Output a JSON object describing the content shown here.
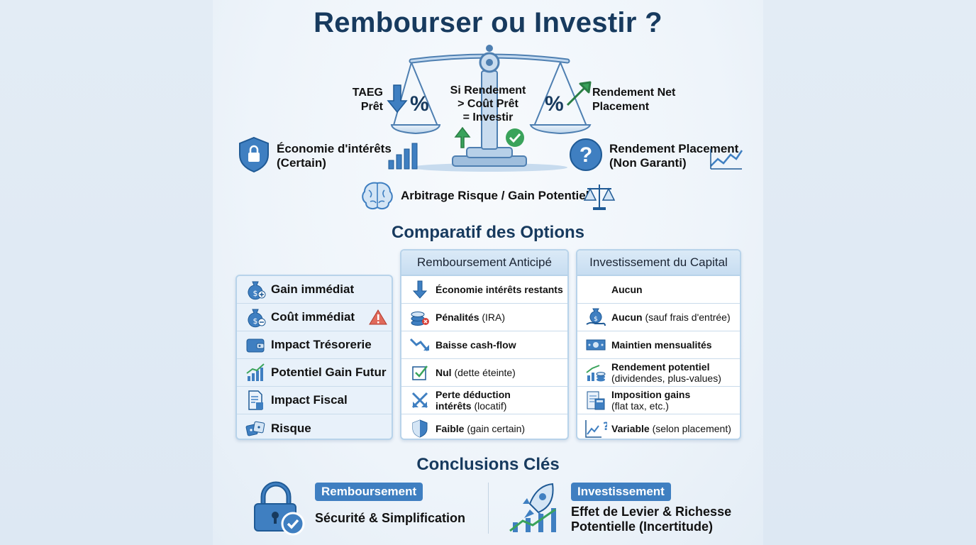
{
  "title": "Rembourser ou Investir ?",
  "scale": {
    "left_label_line1": "TAEG",
    "left_label_line2": "Prêt",
    "center_line1": "Si Rendement",
    "center_line2": "> Coût Prêt",
    "center_line3": "= Investir",
    "right_label_line1": "Rendement Net",
    "right_label_line2": "Placement",
    "percent": "%"
  },
  "economie": {
    "line1": "Économie d'intérêts",
    "line2": "(Certain)"
  },
  "rendement": {
    "line1": "Rendement Placement",
    "line2": "(Non Garanti)"
  },
  "question_mark": "?",
  "arbitrage": "Arbitrage Risque / Gain Potentiel",
  "comparatif_title": "Comparatif des Options",
  "criteria": [
    {
      "label": "Gain immédiat",
      "icon": "money-bag-plus-icon"
    },
    {
      "label": "Coût immédiat",
      "icon": "money-bag-minus-icon"
    },
    {
      "label": "Impact Trésorerie",
      "icon": "wallet-icon"
    },
    {
      "label": "Potentiel Gain Futur",
      "icon": "growth-chart-icon"
    },
    {
      "label": "Impact Fiscal",
      "icon": "tax-document-icon"
    },
    {
      "label": "Risque",
      "icon": "dice-icon"
    }
  ],
  "remboursement": {
    "header": "Remboursement Anticipé",
    "rows": [
      {
        "bold": "Économie intérêts restants",
        "rest": "",
        "rest2": "",
        "icon": "arrow-down-icon"
      },
      {
        "bold": "Pénalités",
        "rest": " (IRA)",
        "rest2": "",
        "icon": "coins-penalty-icon"
      },
      {
        "bold": "Baisse cash-flow",
        "rest": "",
        "rest2": "",
        "icon": "trend-down-icon"
      },
      {
        "bold": "Nul",
        "rest": " (dette éteinte)",
        "rest2": "",
        "icon": "checkbox-icon"
      },
      {
        "bold": "Perte déduction",
        "bold2": "intérêts",
        "rest2": " (locatif)",
        "icon": "crossed-arrows-icon"
      },
      {
        "bold": "Faible",
        "rest": " (gain certain)",
        "rest2": "",
        "icon": "shield-icon"
      }
    ]
  },
  "investissement": {
    "header": "Investissement du Capital",
    "rows": [
      {
        "bold": "Aucun",
        "rest": "",
        "icon": ""
      },
      {
        "bold": "Aucun",
        "rest": " (sauf frais d'entrée)",
        "icon": "hand-money-icon"
      },
      {
        "bold": "Maintien mensualités",
        "rest": "",
        "icon": "banknote-icon"
      },
      {
        "bold": "Rendement potentiel",
        "line2": "(dividendes, plus-values)",
        "icon": "growth-coins-icon"
      },
      {
        "bold": "Imposition gains",
        "line2": "(flat tax, etc.)",
        "icon": "calculator-form-icon"
      },
      {
        "bold": "Variable",
        "rest": " (selon placement)",
        "icon": "chart-question-icon"
      }
    ]
  },
  "conclusions_title": "Conclusions Clés",
  "conclusion_left": {
    "pill": "Remboursement",
    "text": "Sécurité & Simplification"
  },
  "conclusion_right": {
    "pill": "Investissement",
    "line1": "Effet de Levier & Richesse",
    "line2": "Potentielle (Incertitude)"
  },
  "colors": {
    "primary": "#3f7fc1",
    "dark": "#173a5e",
    "green": "#3aa35b",
    "red": "#d9423a"
  }
}
